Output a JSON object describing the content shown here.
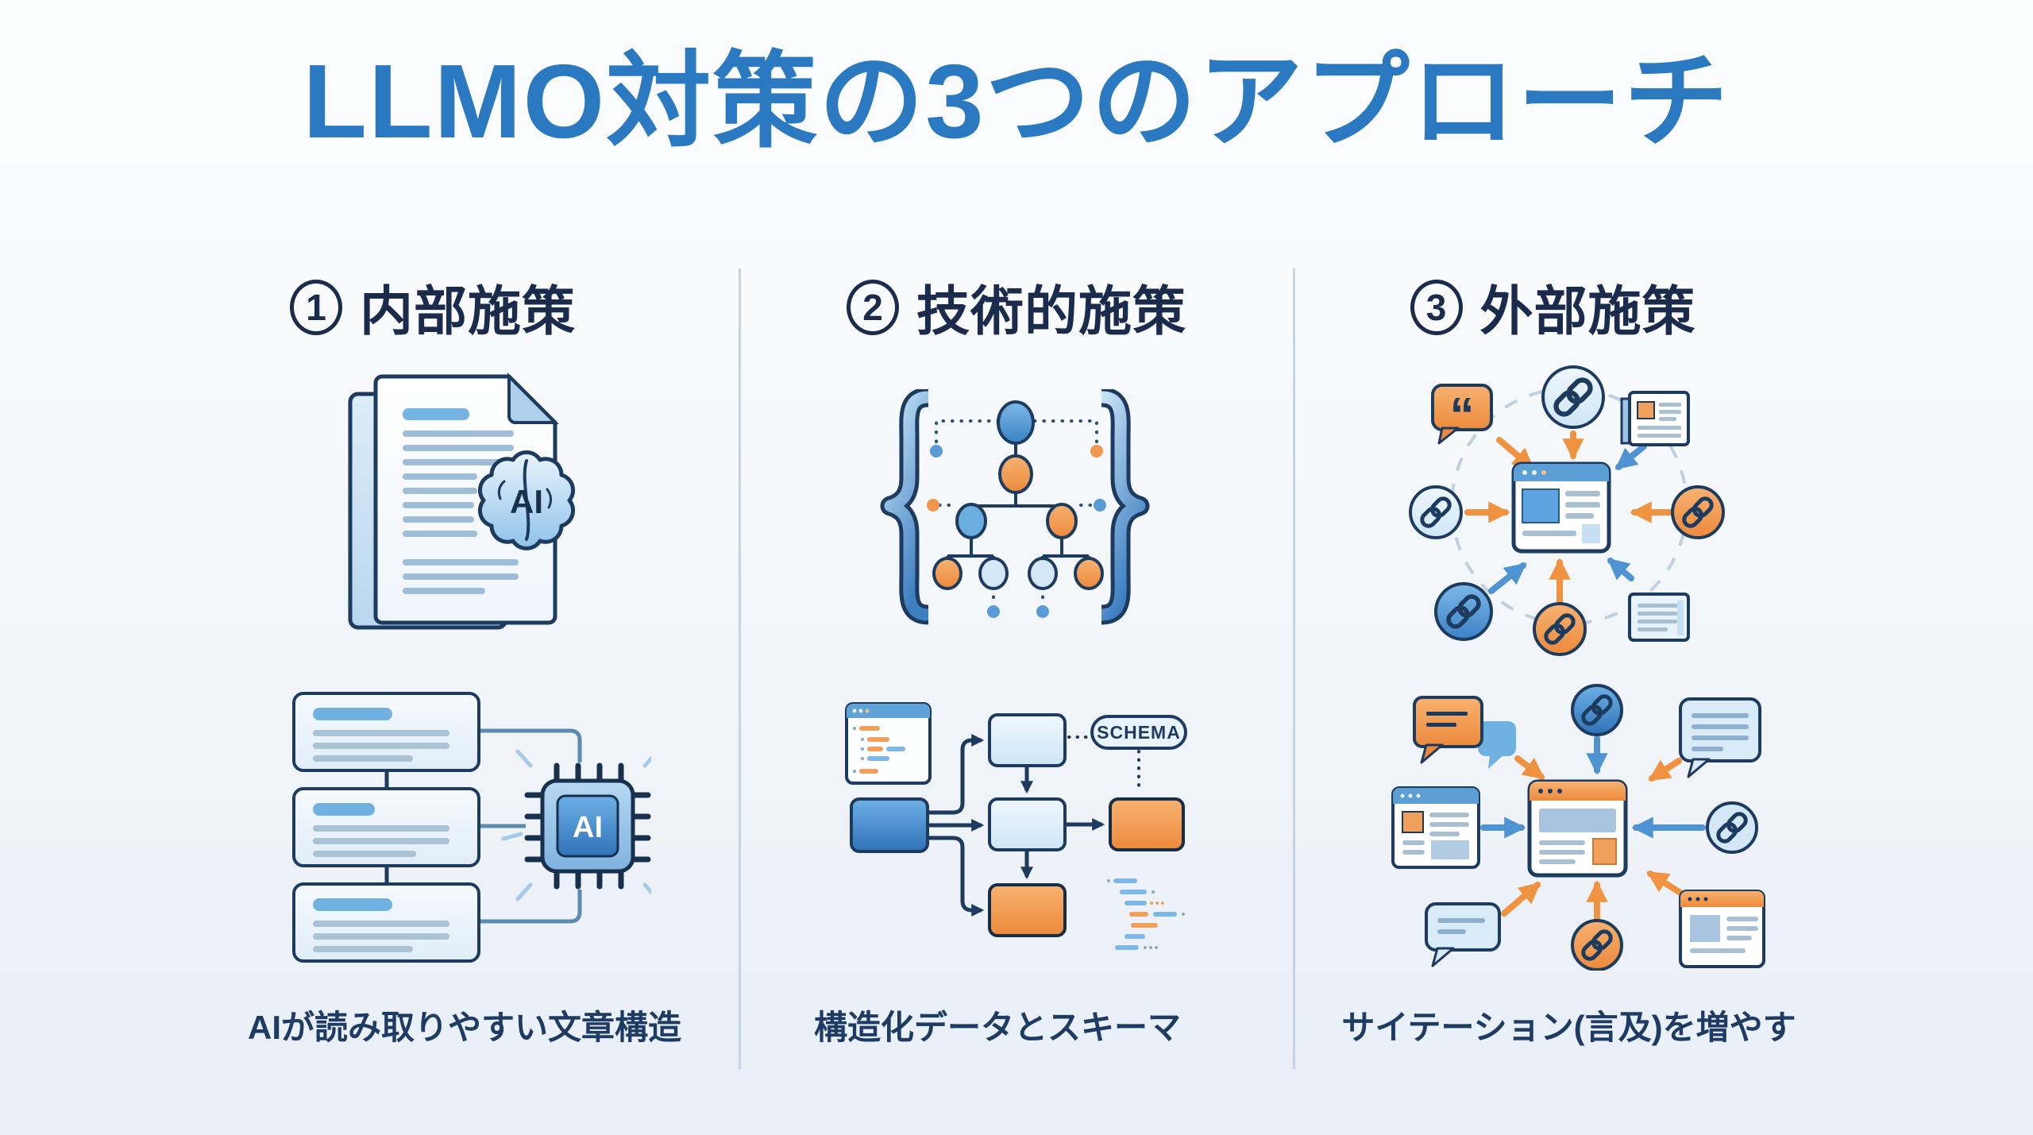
{
  "title": "LLMO対策の3つのアプローチ",
  "columns": [
    {
      "number": "1",
      "heading": "内部施策",
      "caption": "AIが読み取りやすい文章構造",
      "top_icon": "document-with-ai-brain",
      "bottom_icon": "content-blocks-linked-to-ai-chip",
      "brain_label": "AI",
      "chip_label": "AI"
    },
    {
      "number": "2",
      "heading": "技術的施策",
      "caption": "構造化データとスキーマ",
      "top_icon": "curly-braces-tree-structure",
      "bottom_icon": "structured-data-flow",
      "schema_label": "SCHEMA"
    },
    {
      "number": "3",
      "heading": "外部施策",
      "caption": "サイテーション(言及)を増やす",
      "top_icon": "inbound-citation-network",
      "bottom_icon": "mentions-to-website-network",
      "quote_glyph": "“"
    }
  ],
  "colors": {
    "title_blue": "#2b7ac1",
    "heading_navy": "#1b2b4c",
    "caption_navy": "#1e3c63",
    "outline_navy": "#1d3a5f",
    "accent_blue": "#4f93d2",
    "light_blue": "#cfe6f7",
    "accent_orange": "#ef9340",
    "divider": "#c3d5e3",
    "background_top": "#fcfdfe",
    "background_bottom": "#e8eef6"
  }
}
